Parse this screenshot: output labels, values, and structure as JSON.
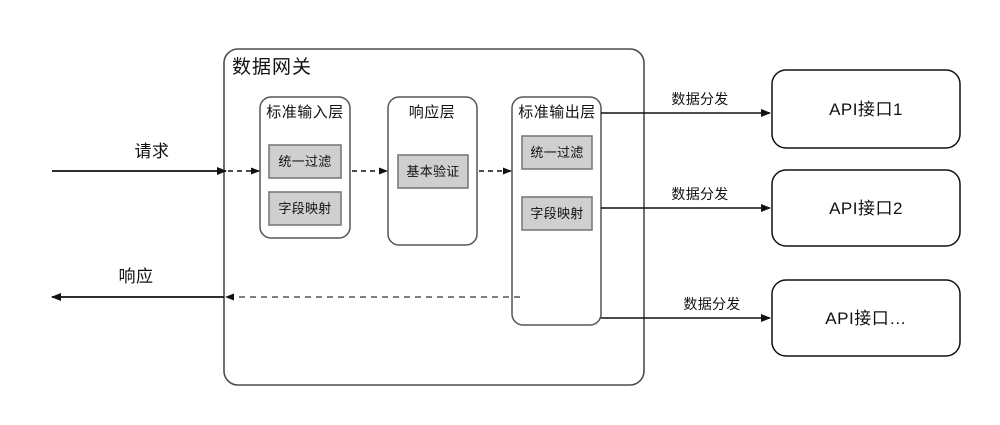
{
  "diagram": {
    "title": "数据网关",
    "flow_labels": {
      "request": "请求",
      "response": "响应"
    },
    "layers": [
      {
        "id": "input-layer",
        "title": "标准输入层",
        "components": [
          "统一过滤",
          "字段映射"
        ]
      },
      {
        "id": "response-layer",
        "title": "响应层",
        "components": [
          "基本验证"
        ]
      },
      {
        "id": "output-layer",
        "title": "标准输出层",
        "components": [
          "统一过滤",
          "字段映射"
        ]
      }
    ],
    "endpoints": [
      {
        "id": "api-1",
        "label": "API接口1",
        "edge_label": "数据分发"
      },
      {
        "id": "api-2",
        "label": "API接口2",
        "edge_label": "数据分发"
      },
      {
        "id": "api-3",
        "label": "API接口…",
        "edge_label": "数据分发"
      }
    ],
    "colors": {
      "stroke": "#111111",
      "gateway_stroke": "#4d4d4d",
      "layer_stroke": "#555555",
      "component_fill": "#cfcfcf",
      "component_stroke": "#7a7a7a",
      "background": "#ffffff"
    }
  }
}
